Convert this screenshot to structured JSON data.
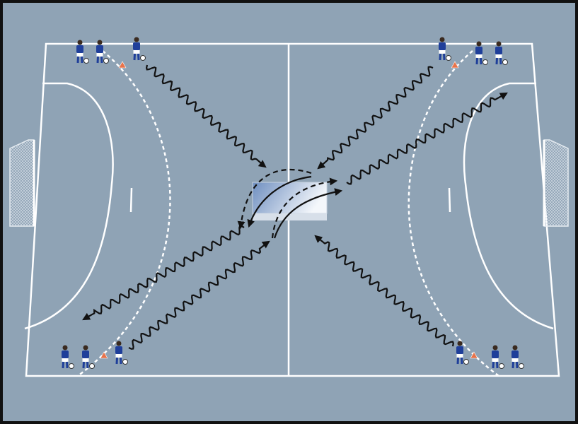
{
  "diagram": {
    "type": "handball-drill",
    "colors": {
      "frame": "#111111",
      "court": "#8fa3b5",
      "lines": "#ffffff",
      "jersey": "#1f3f9a",
      "shorts": "#ffffff",
      "cone": "#e8734a",
      "arrow": "#111111"
    },
    "player_groups": 4,
    "players_per_group": 3,
    "cones": 4
  }
}
